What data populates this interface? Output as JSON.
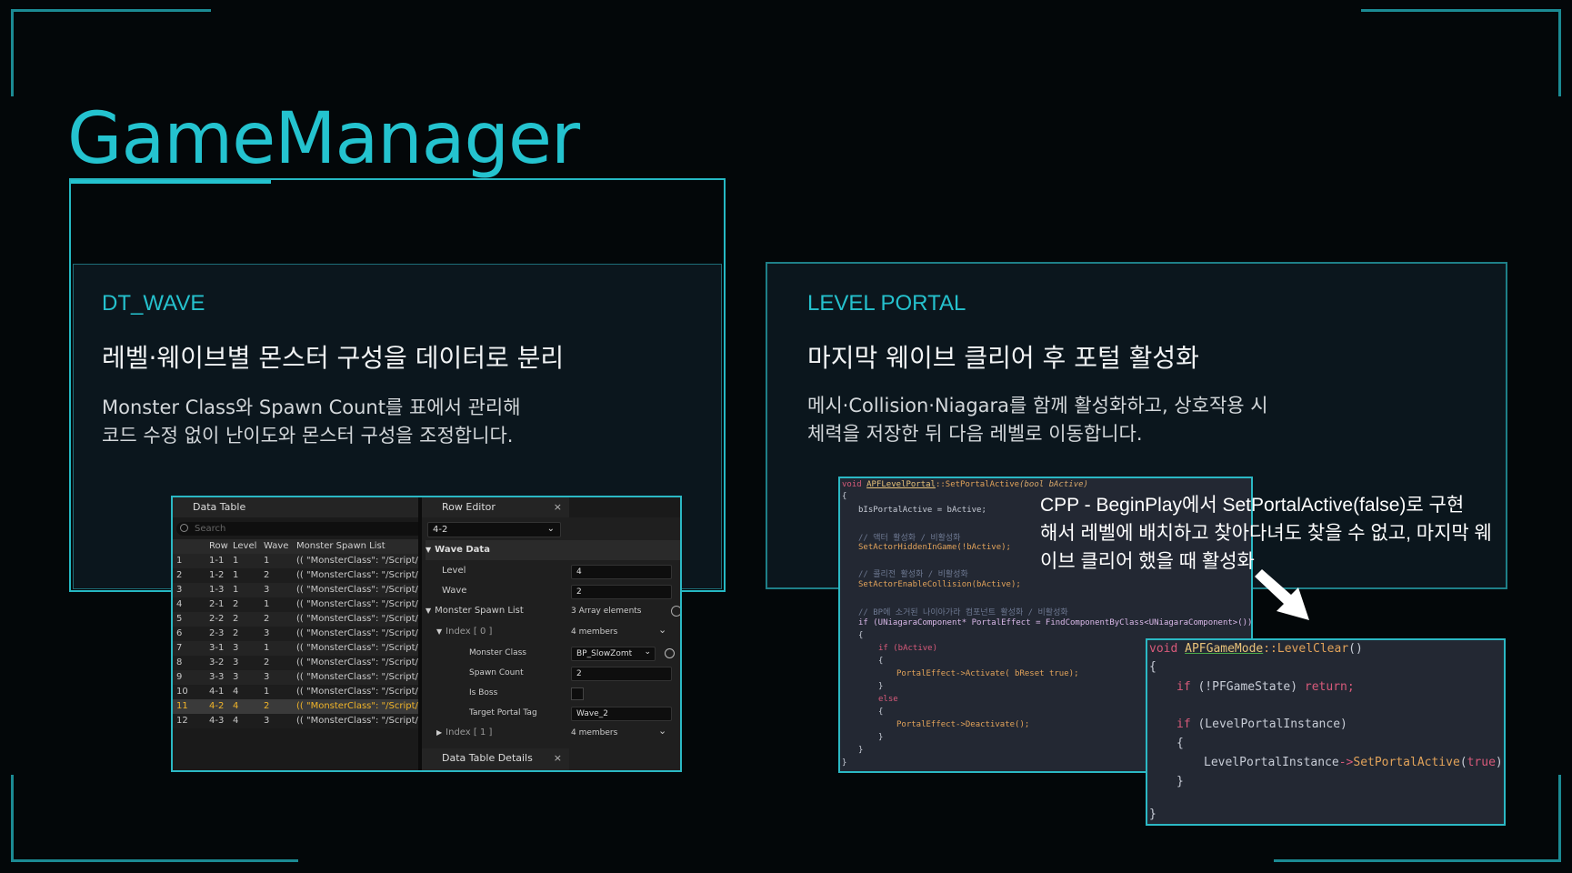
{
  "slide": {
    "title": "GameManager",
    "accent_color": "#24c3cf",
    "background_color": "#030709"
  },
  "left_card": {
    "label": "DT_WAVE",
    "heading": "레벨·웨이브별 몬스터 구성을 데이터로 분리",
    "desc_line1": "Monster Class와 Spawn Count를 표에서 관리해",
    "desc_line2": "코드 수정 없이 난이도와 몬스터 구성을 조정합니다."
  },
  "right_card": {
    "label": "LEVEL PORTAL",
    "heading": "마지막 웨이브 클리어 후 포털 활성화",
    "desc_line1": "메시·Collision·Niagara를 함께 활성화하고, 상호작용 시",
    "desc_line2": "체력을 저장한 뒤 다음 레벨로 이동합니다.",
    "callout_line1": "CPP - BeginPlay에서 SetPortalActive(false)로 구현",
    "callout_line2": "해서 레벨에 배치하고 찾아다녀도 찾을 수 없고, 마지막 웨",
    "callout_line3": "이브 클리어 했을 때 활성화"
  },
  "data_table": {
    "tab_label": "Data Table",
    "close": "×",
    "search_placeholder": "Search",
    "columns": [
      "Row",
      "Level",
      "Wave",
      "Monster Spawn List"
    ],
    "rows": [
      {
        "n": "1",
        "row": "1-1",
        "level": "1",
        "wave": "1",
        "list": "(( \"MonsterClass\": \"/Script/E"
      },
      {
        "n": "2",
        "row": "1-2",
        "level": "1",
        "wave": "2",
        "list": "(( \"MonsterClass\": \"/Script/E"
      },
      {
        "n": "3",
        "row": "1-3",
        "level": "1",
        "wave": "3",
        "list": "(( \"MonsterClass\": \"/Script/E"
      },
      {
        "n": "4",
        "row": "2-1",
        "level": "2",
        "wave": "1",
        "list": "(( \"MonsterClass\": \"/Script/E"
      },
      {
        "n": "5",
        "row": "2-2",
        "level": "2",
        "wave": "2",
        "list": "(( \"MonsterClass\": \"/Script/E"
      },
      {
        "n": "6",
        "row": "2-3",
        "level": "2",
        "wave": "3",
        "list": "(( \"MonsterClass\": \"/Script/E"
      },
      {
        "n": "7",
        "row": "3-1",
        "level": "3",
        "wave": "1",
        "list": "(( \"MonsterClass\": \"/Script/E"
      },
      {
        "n": "8",
        "row": "3-2",
        "level": "3",
        "wave": "2",
        "list": "(( \"MonsterClass\": \"/Script/E"
      },
      {
        "n": "9",
        "row": "3-3",
        "level": "3",
        "wave": "3",
        "list": "(( \"MonsterClass\": \"/Script/E"
      },
      {
        "n": "10",
        "row": "4-1",
        "level": "4",
        "wave": "1",
        "list": "(( \"MonsterClass\": \"/Script/E"
      },
      {
        "n": "11",
        "row": "4-2",
        "level": "4",
        "wave": "2",
        "list": "(( \"MonsterClass\": \"/Script/E"
      },
      {
        "n": "12",
        "row": "4-3",
        "level": "4",
        "wave": "3",
        "list": "(( \"MonsterClass\": \"/Script/E"
      }
    ],
    "selected_row": "11",
    "selected_color": "#f0b429"
  },
  "row_editor": {
    "tab_label": "Row Editor",
    "close": "×",
    "row_select_value": "4-2",
    "wave_data_label": "Wave Data",
    "level_label": "Level",
    "level_value": "4",
    "wave_label": "Wave",
    "wave_value": "2",
    "spawn_list_label": "Monster Spawn List",
    "spawn_list_value": "3 Array elements",
    "index0_label": "Index [ 0 ]",
    "index0_value": "4 members",
    "monster_class_label": "Monster Class",
    "monster_class_value": "BP_SlowZomt",
    "spawn_count_label": "Spawn Count",
    "spawn_count_value": "2",
    "is_boss_label": "Is Boss",
    "target_tag_label": "Target Portal Tag",
    "target_tag_value": "Wave_2",
    "index1_label": "Index [ 1 ]",
    "index1_value": "4 members",
    "details_tab_label": "Data Table Details"
  },
  "code_portal": {
    "sig_void": "void",
    "sig_class": "APFLevelPortal",
    "sig_fn": "::SetPortalActive",
    "sig_params": "(bool bActive)",
    "l_brace_open": "{",
    "l_assign": "bIsPortalActive = bActive;",
    "l_c1": "// 액터 활성화 / 비활성화",
    "l_hidden": "SetActorHiddenInGame(!bActive);",
    "l_c2": "// 콜리전 활성화 / 비활성화",
    "l_collision": "SetActorEnableCollision(bActive);",
    "l_c3": "// BP에 소거된 나이아가라 컴포넌트 활성화 / 비활성화",
    "l_find": "if (UNiagaraComponent* PortalEffect = FindComponentByClass<UNiagaraComponent>())",
    "l_if": "if (bActive)",
    "l_activate": "PortalEffect->Activate( bReset true);",
    "l_else": "else",
    "l_deactivate": "PortalEffect->Deactivate();",
    "l_open": "{",
    "l_close": "}"
  },
  "code_gamemode": {
    "sig_void": "void",
    "sig_class": "APFGameMode",
    "sig_fn": "::LevelClear",
    "sig_paren": "()",
    "open": "{",
    "close": "}",
    "l1_if": "if",
    "l1_cond": "(!PFGameState)",
    "l1_ret": "return;",
    "l2_if": "if",
    "l2_cond": "(LevelPortalInstance)",
    "l3_obj": "LevelPortalInstance",
    "l3_arrow": "->",
    "l3_fn": "SetPortalActive",
    "l3_arg_open": "(",
    "l3_true": "true",
    "l3_end": ");"
  }
}
